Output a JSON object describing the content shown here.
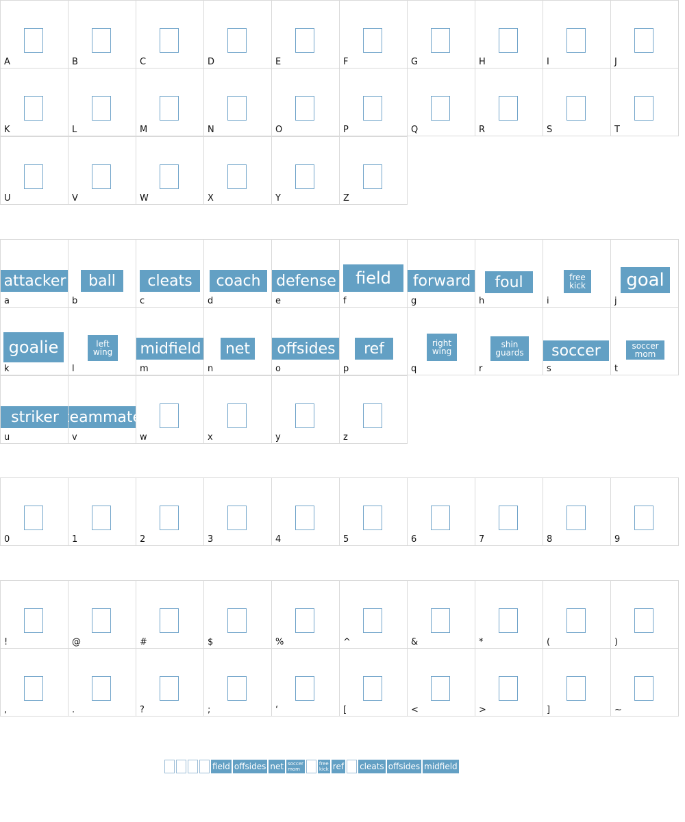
{
  "uppercase": {
    "rows": [
      [
        "A",
        "B",
        "C",
        "D",
        "E",
        "F",
        "G",
        "H",
        "I",
        "J"
      ],
      [
        "K",
        "L",
        "M",
        "N",
        "O",
        "P",
        "Q",
        "R",
        "S",
        "T"
      ],
      [
        "U",
        "V",
        "W",
        "X",
        "Y",
        "Z"
      ]
    ]
  },
  "lowercase": {
    "cells": [
      {
        "char": "a",
        "glyph": "attacker"
      },
      {
        "char": "b",
        "glyph": "ball"
      },
      {
        "char": "c",
        "glyph": "cleats"
      },
      {
        "char": "d",
        "glyph": "coach"
      },
      {
        "char": "e",
        "glyph": "defense"
      },
      {
        "char": "f",
        "glyph": "field"
      },
      {
        "char": "g",
        "glyph": "forward"
      },
      {
        "char": "h",
        "glyph": "foul"
      },
      {
        "char": "i",
        "glyph": "free kick"
      },
      {
        "char": "j",
        "glyph": "goal"
      },
      {
        "char": "k",
        "glyph": "goalie"
      },
      {
        "char": "l",
        "glyph": "left wing"
      },
      {
        "char": "m",
        "glyph": "midfield"
      },
      {
        "char": "n",
        "glyph": "net"
      },
      {
        "char": "o",
        "glyph": "offsides"
      },
      {
        "char": "p",
        "glyph": "ref"
      },
      {
        "char": "q",
        "glyph": "right wing"
      },
      {
        "char": "r",
        "glyph": "shin guards"
      },
      {
        "char": "s",
        "glyph": "soccer"
      },
      {
        "char": "t",
        "glyph": "soccer mom"
      },
      {
        "char": "u",
        "glyph": "striker"
      },
      {
        "char": "v",
        "glyph": "teammate"
      },
      {
        "char": "w",
        "glyph": ""
      },
      {
        "char": "x",
        "glyph": ""
      },
      {
        "char": "y",
        "glyph": ""
      },
      {
        "char": "z",
        "glyph": ""
      }
    ]
  },
  "digits": [
    "0",
    "1",
    "2",
    "3",
    "4",
    "5",
    "6",
    "7",
    "8",
    "9"
  ],
  "symbols": {
    "rows": [
      [
        "!",
        "@",
        "#",
        "$",
        "%",
        "^",
        "&",
        "*",
        "(",
        ")"
      ],
      [
        ",",
        ".",
        "?",
        ";",
        "‘",
        "[",
        "<",
        ">",
        "]",
        "~"
      ]
    ]
  },
  "sample": [
    {
      "type": "box"
    },
    {
      "type": "box"
    },
    {
      "type": "box"
    },
    {
      "type": "box"
    },
    {
      "type": "word",
      "text": "field"
    },
    {
      "type": "word",
      "text": "offsides"
    },
    {
      "type": "word",
      "text": "net"
    },
    {
      "type": "tiny",
      "text": "soccer mom"
    },
    {
      "type": "box"
    },
    {
      "type": "tiny",
      "text": "free kick"
    },
    {
      "type": "word",
      "text": "ref"
    },
    {
      "type": "box"
    },
    {
      "type": "word",
      "text": "cleats"
    },
    {
      "type": "word",
      "text": "offsides"
    },
    {
      "type": "word",
      "text": "midfield"
    }
  ],
  "colors": {
    "glyph_fill": "#63a0c4",
    "missing_box": "#6fa3c9",
    "cell_border": "#d9d9d9"
  }
}
